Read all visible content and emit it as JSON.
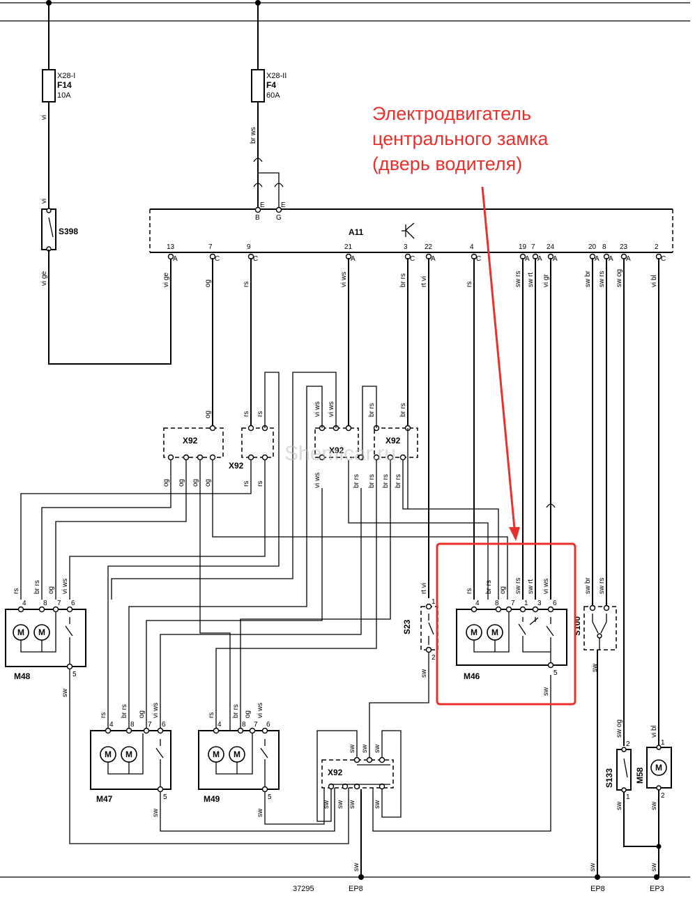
{
  "annotation": {
    "line1": "Электродвигатель",
    "line2": "центрального замка",
    "line3": "(дверь водителя)",
    "color": "#e8312d"
  },
  "watermark": "Shemicar.ru",
  "fuses": {
    "f14": {
      "conn": "X28-I",
      "name": "F14",
      "rating": "10A",
      "wire": "vi"
    },
    "f4": {
      "conn": "X28-II",
      "name": "F4",
      "rating": "60A",
      "wire": "br ws"
    }
  },
  "switch_s398": {
    "name": "S398",
    "wire_top": "vi",
    "wire_bottom": "vi ge"
  },
  "module_a11": {
    "name": "A11",
    "top_pins": [
      {
        "num": "E",
        "letter": "B"
      },
      {
        "num": "E",
        "letter": "G"
      }
    ],
    "pins": [
      {
        "num": "13",
        "letter": "A",
        "wire": "vi ge"
      },
      {
        "num": "7",
        "letter": "C",
        "wire": "og"
      },
      {
        "num": "9",
        "letter": "C",
        "wire": "rs"
      },
      {
        "num": "21",
        "letter": "A",
        "wire": "vi ws"
      },
      {
        "num": "3",
        "letter": "C",
        "wire": "br rs"
      },
      {
        "num": "22",
        "letter": "A",
        "wire": "rt vi"
      },
      {
        "num": "4",
        "letter": "C",
        "wire": "rs"
      },
      {
        "num": "19",
        "letter": "A",
        "wire": "sw rs"
      },
      {
        "num": "7",
        "letter": "A",
        "wire": "sw rt"
      },
      {
        "num": "24",
        "letter": "A",
        "wire": "vi gr"
      },
      {
        "num": "20",
        "letter": "A",
        "wire": "sw br"
      },
      {
        "num": "8",
        "letter": "A",
        "wire": "sw rs"
      },
      {
        "num": "23",
        "letter": "A",
        "wire": "sw og"
      },
      {
        "num": "2",
        "letter": "C",
        "wire": "vi bl"
      }
    ]
  },
  "connectors": {
    "x92_a": {
      "name": "X92",
      "top": [
        "og"
      ],
      "bottom": [
        "og",
        "og",
        "og",
        "og"
      ]
    },
    "x92_b": {
      "name": "X92",
      "top": [
        "rs",
        "rs"
      ],
      "bottom": [
        "rs",
        "rs"
      ]
    },
    "x92_c": {
      "name": "X92",
      "top": [
        "vi ws",
        "vi ws"
      ],
      "bottom": [
        "vi ws",
        "br rs"
      ]
    },
    "x92_d": {
      "name": "X92",
      "top": [
        "br rs",
        "br rs"
      ],
      "bottom": [
        "br rs",
        "br rs",
        "br rs"
      ]
    },
    "x92_e": {
      "name": "X92",
      "top": [
        "sw",
        "sw",
        "sw"
      ],
      "bottom": [
        "sw",
        "sw",
        "sw",
        "sw"
      ]
    }
  },
  "motors": {
    "m48": {
      "name": "M48",
      "pins": [
        "4",
        "8",
        "7",
        "6"
      ],
      "wires": [
        "rs",
        "br rs",
        "og",
        "vi ws"
      ],
      "out_pin": "5",
      "out_wire": "sw"
    },
    "m47": {
      "name": "M47",
      "pins": [
        "4",
        "8",
        "7",
        "6"
      ],
      "wires": [
        "rs",
        "br rs",
        "og",
        "vi ws"
      ],
      "out_pin": "5",
      "out_wire": "sw"
    },
    "m49": {
      "name": "M49",
      "pins": [
        "4",
        "8",
        "7",
        "6"
      ],
      "wires": [
        "rs",
        "br rs",
        "og",
        "vi ws"
      ],
      "out_pin": "5",
      "out_wire": "sw"
    },
    "m46": {
      "name": "M46",
      "pins": [
        "4",
        "8",
        "7",
        "1",
        "3",
        "6"
      ],
      "wires": [
        "rs",
        "br rs",
        "og",
        "sw rs",
        "sw rt",
        "vi ws"
      ],
      "out_pin": "5",
      "out_wire": "sw"
    },
    "m58": {
      "name": "M58",
      "pins": [
        "1",
        "2"
      ],
      "wire_top": "vi bl",
      "wire_bottom": "sw"
    }
  },
  "switches": {
    "s23": {
      "name": "S23",
      "pins": [
        "1",
        "2"
      ],
      "wire_top": "rt vi",
      "wire_bottom": "sw"
    },
    "s100": {
      "name": "S100",
      "wires": [
        "sw br",
        "sw rs"
      ],
      "out_wire": "sw"
    },
    "s133": {
      "name": "S133",
      "pins": [
        "2",
        "1"
      ],
      "wire_top": "sw og",
      "wire_bottom": "sw"
    }
  },
  "ground": {
    "ep8_a": "EP8",
    "ep8_b": "EP8",
    "ep3": "EP3",
    "sw1": "sw",
    "sw2": "sw",
    "sw3": "sw"
  },
  "footer_code": "37295"
}
